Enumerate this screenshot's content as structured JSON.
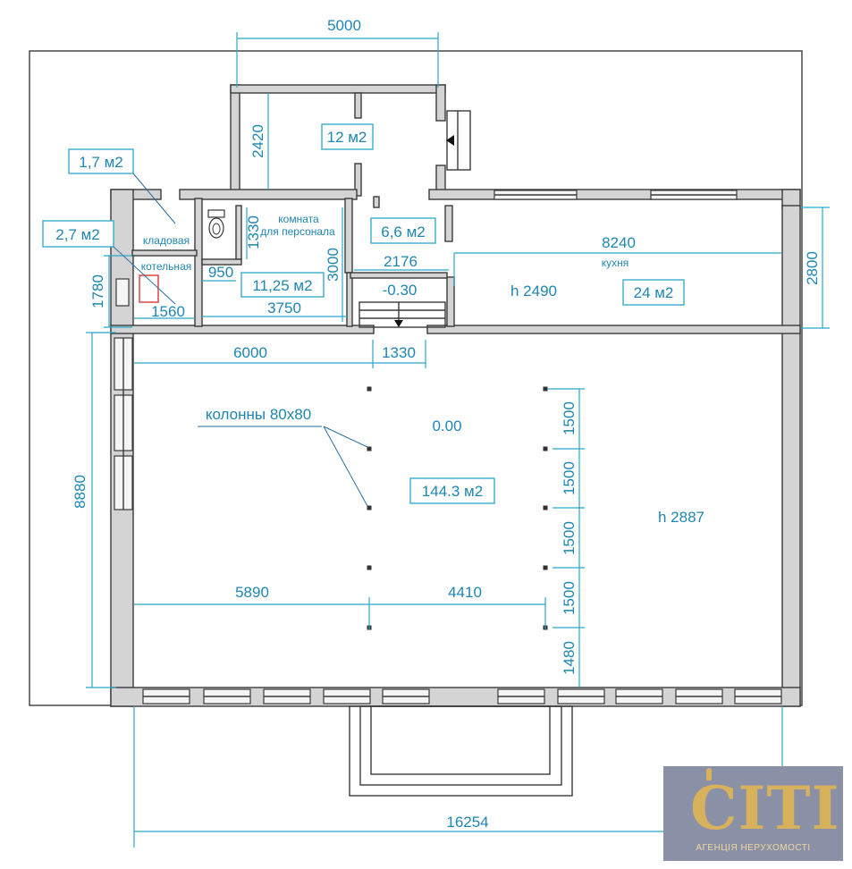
{
  "dimensions": {
    "top_width": "5000",
    "room_height_left": "2420",
    "wc_height": "1330",
    "wc_width": "950",
    "staff_height": "3000",
    "staff_width": "3750",
    "boiler_height": "1780",
    "boiler_width": "1560",
    "corridor_width": "2176",
    "kitchen_width": "8240",
    "kitchen_depth": "2800",
    "hall_width_left": "6000",
    "step_width": "1330",
    "hall_height": "8880",
    "span_left": "5890",
    "span_right": "4410",
    "col_spacing_1": "1500",
    "col_spacing_2": "1500",
    "col_spacing_3": "1500",
    "col_spacing_4": "1500",
    "col_spacing_5": "1480",
    "total_width": "16254"
  },
  "areas": {
    "room_top": "12 м2",
    "storage": "1,7 м2",
    "boiler": "2,7 м2",
    "staff": "11,25 м2",
    "corridor": "6,6 м2",
    "kitchen": "24 м2",
    "hall": "144.3 м2"
  },
  "labels": {
    "storage": "кладовая",
    "boiler": "котельная",
    "staff_line1": "комната",
    "staff_line2": "для персонала",
    "kitchen": "кухня",
    "kitchen_height": "h 2490",
    "corridor_level": "-0.30",
    "hall_level": "0.00",
    "columns": "колонны 80х80",
    "hall_height": "h 2887"
  },
  "logo": {
    "brand": "CITI",
    "tagline": "АГЕНЦІЯ НЕРУХОМОСТІ"
  }
}
